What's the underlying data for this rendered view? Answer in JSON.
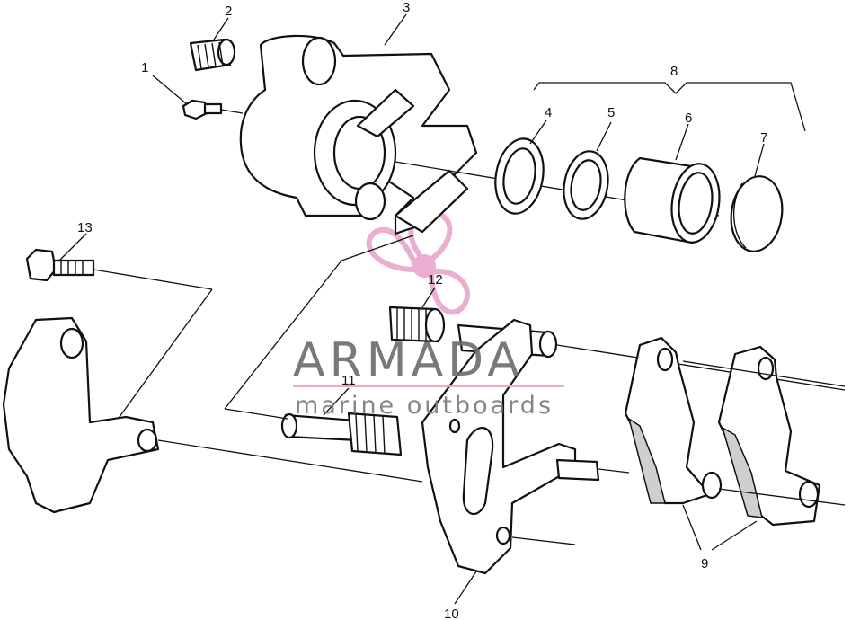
{
  "watermark": {
    "brand": "ARMADA",
    "tagline": "marine outboards",
    "accent_color": "#e8a0c8",
    "text_color": "#6b6b6b"
  },
  "callouts": [
    {
      "id": "c1",
      "label": "1"
    },
    {
      "id": "c2",
      "label": "2"
    },
    {
      "id": "c3",
      "label": "3"
    },
    {
      "id": "c4",
      "label": "4"
    },
    {
      "id": "c5",
      "label": "5"
    },
    {
      "id": "c6",
      "label": "6"
    },
    {
      "id": "c7",
      "label": "7"
    },
    {
      "id": "c8",
      "label": "8"
    },
    {
      "id": "c9",
      "label": "9"
    },
    {
      "id": "c10",
      "label": "10"
    },
    {
      "id": "c11",
      "label": "11"
    },
    {
      "id": "c12",
      "label": "12"
    },
    {
      "id": "c13",
      "label": "13"
    }
  ]
}
